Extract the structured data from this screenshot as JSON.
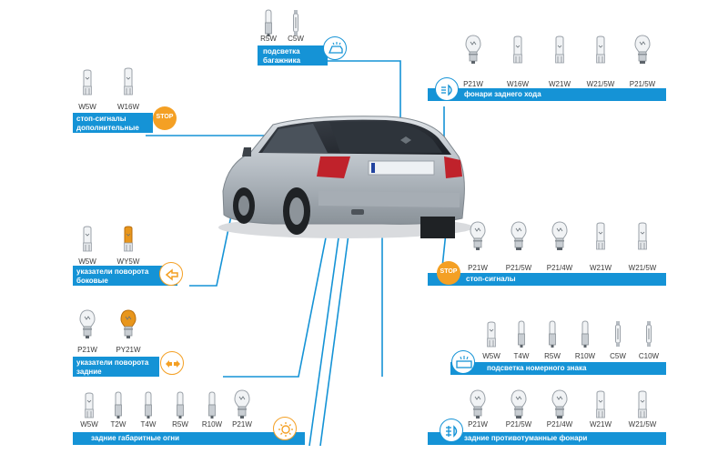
{
  "groups": [
    {
      "id": "trunk",
      "title_lines": [
        "подсветка",
        "багажника"
      ],
      "bulbs": [
        {
          "label": "R5W",
          "kind": "small"
        },
        {
          "label": "C5W",
          "kind": "festoon"
        }
      ],
      "icon": "trunk-light-icon"
    },
    {
      "id": "reverse",
      "title_lines": [
        "фонари заднего хода"
      ],
      "bulbs": [
        {
          "label": "P21W",
          "kind": "p21"
        },
        {
          "label": "W16W",
          "kind": "wedge"
        },
        {
          "label": "W21W",
          "kind": "wedge"
        },
        {
          "label": "W21/5W",
          "kind": "wedge"
        },
        {
          "label": "P21/5W",
          "kind": "p21d"
        }
      ],
      "icon": "reverse-light-icon"
    },
    {
      "id": "extra-stop",
      "title_lines": [
        "стоп-сигналы",
        "дополнительные"
      ],
      "bulbs": [
        {
          "label": "W5W",
          "kind": "wedge-small"
        },
        {
          "label": "W16W",
          "kind": "wedge"
        }
      ],
      "icon": "stop-icon"
    },
    {
      "id": "side-turn",
      "title_lines": [
        "указатели поворота",
        "боковые"
      ],
      "bulbs": [
        {
          "label": "W5W",
          "kind": "wedge-small"
        },
        {
          "label": "WY5W",
          "kind": "wedge-amber"
        }
      ],
      "icon": "turn-signal-icon"
    },
    {
      "id": "rear-turn",
      "title_lines": [
        "указатели поворота",
        "задние"
      ],
      "bulbs": [
        {
          "label": "P21W",
          "kind": "p21"
        },
        {
          "label": "PY21W",
          "kind": "p21-amber"
        }
      ],
      "icon": "hazard-icon"
    },
    {
      "id": "stop",
      "title_lines": [
        "стоп-сигналы"
      ],
      "bulbs": [
        {
          "label": "P21W",
          "kind": "p21"
        },
        {
          "label": "P21/5W",
          "kind": "p21d"
        },
        {
          "label": "P21/4W",
          "kind": "p21d"
        },
        {
          "label": "W21W",
          "kind": "wedge"
        },
        {
          "label": "W21/5W",
          "kind": "wedge"
        }
      ],
      "icon": "stop-icon"
    },
    {
      "id": "plate",
      "title_lines": [
        "подсветка номерного знака"
      ],
      "bulbs": [
        {
          "label": "W5W",
          "kind": "wedge-small"
        },
        {
          "label": "T4W",
          "kind": "small"
        },
        {
          "label": "R5W",
          "kind": "small"
        },
        {
          "label": "R10W",
          "kind": "small"
        },
        {
          "label": "C5W",
          "kind": "festoon"
        },
        {
          "label": "C10W",
          "kind": "festoon"
        }
      ],
      "icon": "license-plate-light-icon"
    },
    {
      "id": "parking",
      "title_lines": [
        "задние габаритные огни"
      ],
      "bulbs": [
        {
          "label": "W5W",
          "kind": "wedge-small"
        },
        {
          "label": "T2W",
          "kind": "small"
        },
        {
          "label": "T4W",
          "kind": "small"
        },
        {
          "label": "R5W",
          "kind": "small"
        },
        {
          "label": "R10W",
          "kind": "small"
        },
        {
          "label": "P21W",
          "kind": "p21"
        }
      ],
      "icon": "parking-light-icon"
    },
    {
      "id": "fog",
      "title_lines": [
        "задние противотуманные фонари"
      ],
      "bulbs": [
        {
          "label": "P21W",
          "kind": "p21"
        },
        {
          "label": "P21/5W",
          "kind": "p21d"
        },
        {
          "label": "P21/4W",
          "kind": "p21d"
        },
        {
          "label": "W21W",
          "kind": "wedge"
        },
        {
          "label": "W21/5W",
          "kind": "wedge"
        }
      ],
      "icon": "fog-light-icon"
    }
  ],
  "icons": {
    "stop_text": "STOP"
  },
  "colors": {
    "accent": "#1593d6",
    "warning": "#f4a024",
    "amber_bulb": "#e8961c"
  }
}
